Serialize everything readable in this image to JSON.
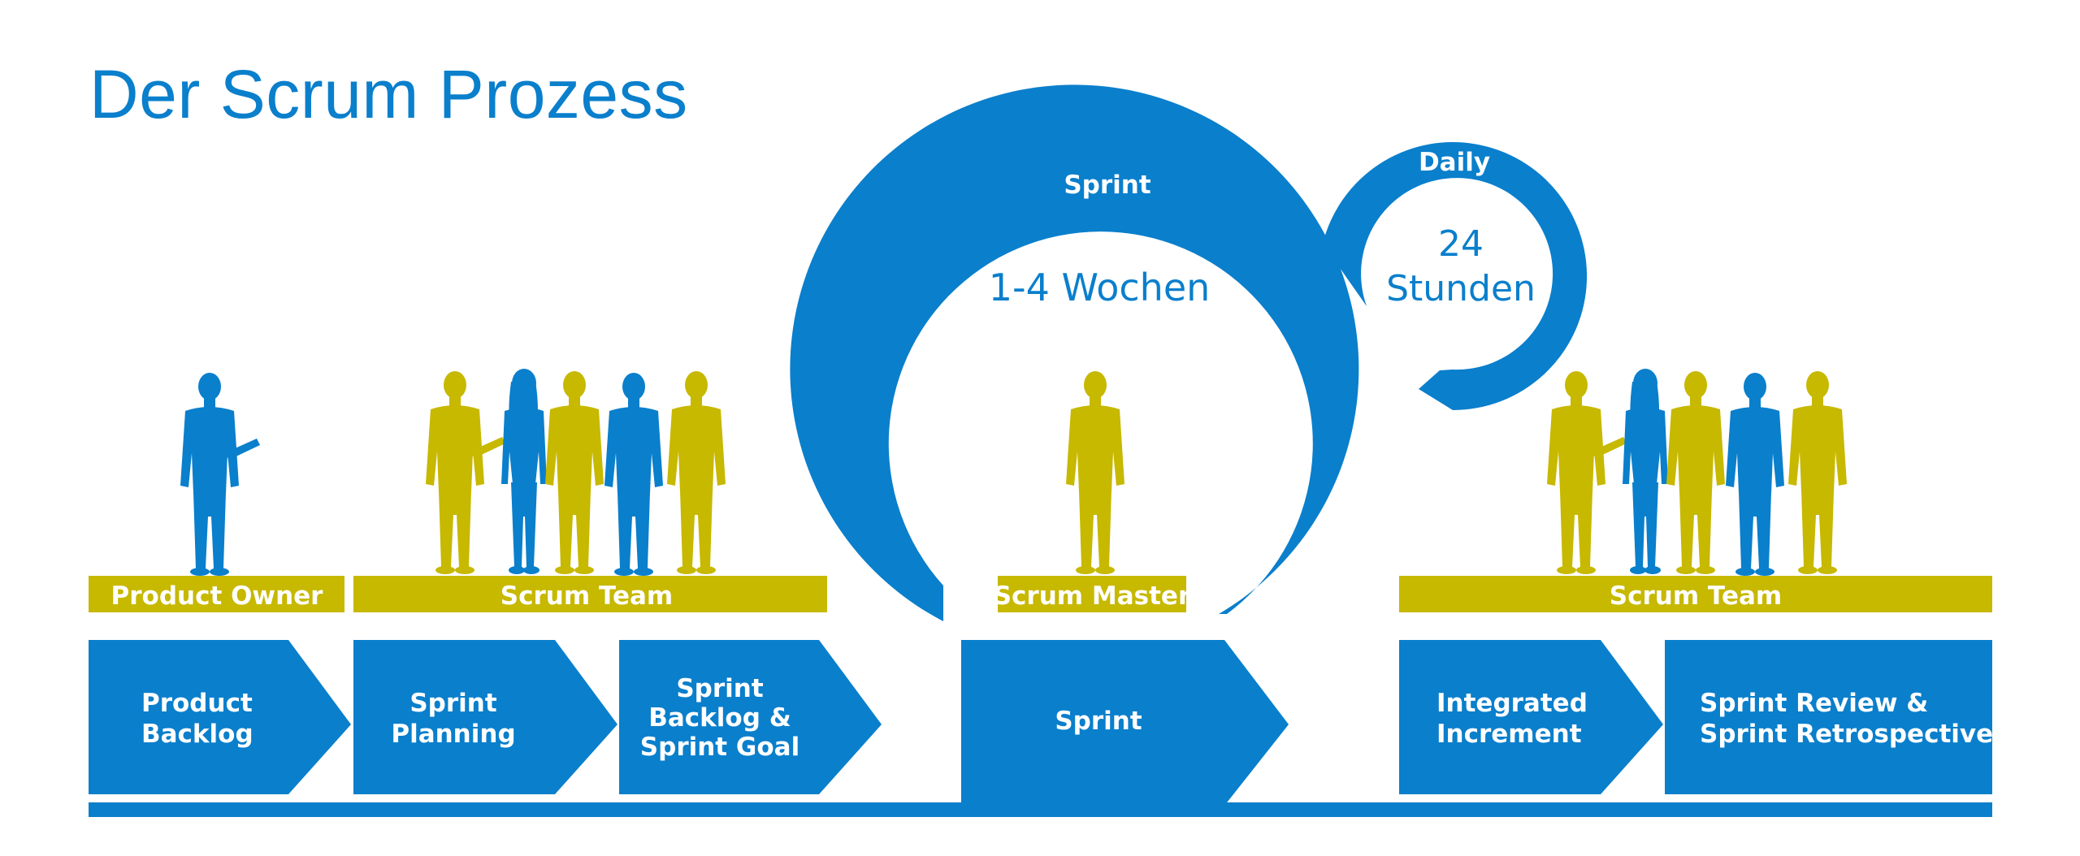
{
  "title": "Der Scrum Prozess",
  "colors": {
    "blue": "#0a7fcc",
    "olive": "#c7b800",
    "white": "#ffffff"
  },
  "roles": {
    "product_owner": "Product Owner",
    "scrum_team_left": "Scrum Team",
    "scrum_master": "Scrum Master",
    "scrum_team_right": "Scrum Team"
  },
  "sprint_cycle": {
    "label": "Sprint",
    "duration": "1-4 Wochen"
  },
  "daily_cycle": {
    "label": "Daily",
    "duration_line1": "24",
    "duration_line2": "Stunden"
  },
  "steps": [
    {
      "line1": "Product",
      "line2": "Backlog",
      "line3": ""
    },
    {
      "line1": "Sprint",
      "line2": "Planning",
      "line3": ""
    },
    {
      "line1": "Sprint",
      "line2": "Backlog &",
      "line3": "Sprint Goal"
    },
    {
      "line1": "Sprint",
      "line2": "",
      "line3": ""
    },
    {
      "line1": "Integrated",
      "line2": "Increment",
      "line3": ""
    },
    {
      "line1": "Sprint Review &",
      "line2": "Sprint Retrospective",
      "line3": ""
    }
  ]
}
